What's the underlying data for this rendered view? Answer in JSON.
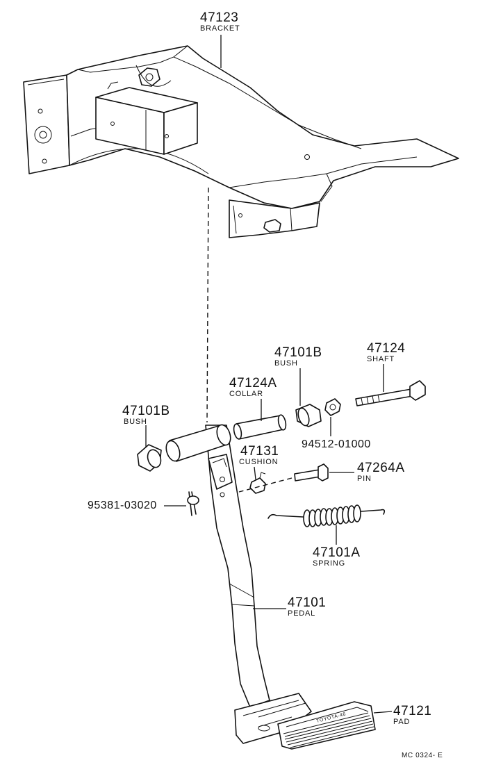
{
  "parts": [
    {
      "id": "bracket",
      "number": "47123",
      "name": "BRACKET"
    },
    {
      "id": "shaft",
      "number": "47124",
      "name": "SHAFT"
    },
    {
      "id": "bush_right",
      "number": "47101B",
      "name": "BUSH"
    },
    {
      "id": "collar",
      "number": "47124A",
      "name": "COLLAR"
    },
    {
      "id": "bush_left",
      "number": "47101B",
      "name": "BUSH"
    },
    {
      "id": "washer",
      "number": "94512-01000",
      "name": ""
    },
    {
      "id": "cushion",
      "number": "47131",
      "name": "CUSHION"
    },
    {
      "id": "pin",
      "number": "47264A",
      "name": "PIN"
    },
    {
      "id": "cotter_pin",
      "number": "95381-03020",
      "name": ""
    },
    {
      "id": "spring",
      "number": "47101A",
      "name": "SPRING"
    },
    {
      "id": "pedal",
      "number": "47101",
      "name": "PEDAL"
    },
    {
      "id": "pad",
      "number": "47121",
      "name": "PAD"
    }
  ],
  "pad_embossed_text": "TOYOTA-46",
  "diagram_code": "MC 0324- E"
}
